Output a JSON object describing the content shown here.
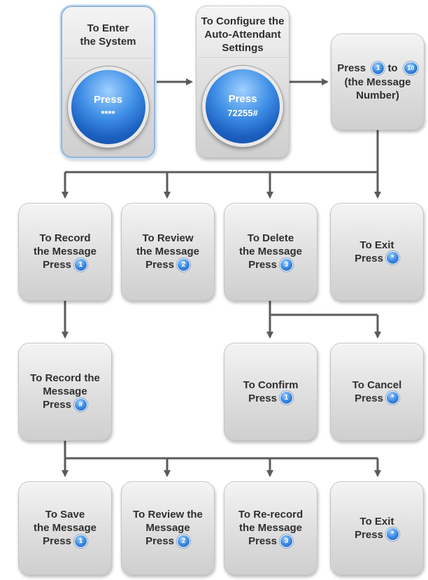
{
  "steps": {
    "enter": {
      "line1": "To Enter",
      "line2": "the System",
      "press": "Press",
      "code": "****"
    },
    "configure": {
      "line1": "To Configure the",
      "line2": "Auto-Attendant",
      "line3": "Settings",
      "press": "Press",
      "code": "72255#"
    },
    "message_number": {
      "line1_a": "Press",
      "key1": "1",
      "line1_b": "to",
      "key2": "10",
      "line2": "(the Message",
      "line3": "Number)"
    }
  },
  "menu1": {
    "record": {
      "line1": "To Record",
      "line2": "the Message",
      "press": "Press",
      "key": "1"
    },
    "review": {
      "line1": "To Review",
      "line2": "the Message",
      "press": "Press",
      "key": "2"
    },
    "delete": {
      "line1": "To Delete",
      "line2": "the Message",
      "press": "Press",
      "key": "3"
    },
    "exit": {
      "line1": "To Exit",
      "press": "Press",
      "key": "*"
    }
  },
  "record_sub": {
    "line1": "To Record the",
    "line2": "Message",
    "press": "Press",
    "key": "#"
  },
  "delete_sub": {
    "confirm": {
      "line1": "To Confirm",
      "press": "Press",
      "key": "1"
    },
    "cancel": {
      "line1": "To Cancel",
      "press": "Press",
      "key": "*"
    }
  },
  "menu2": {
    "save": {
      "line1": "To Save",
      "line2": "the Message",
      "press": "Press",
      "key": "1"
    },
    "review": {
      "line1": "To Review the",
      "line2": "Message",
      "press": "Press",
      "key": "2"
    },
    "rerecord": {
      "line1": "To Re-record",
      "line2": "the Message",
      "press": "Press",
      "key": "3"
    },
    "exit": {
      "line1": "To Exit",
      "press": "Press",
      "key": "*"
    }
  },
  "colors": {
    "connector": "#5b5b5b",
    "key_blue": "#2e7bd6",
    "selected_border": "#8fb6dd"
  }
}
